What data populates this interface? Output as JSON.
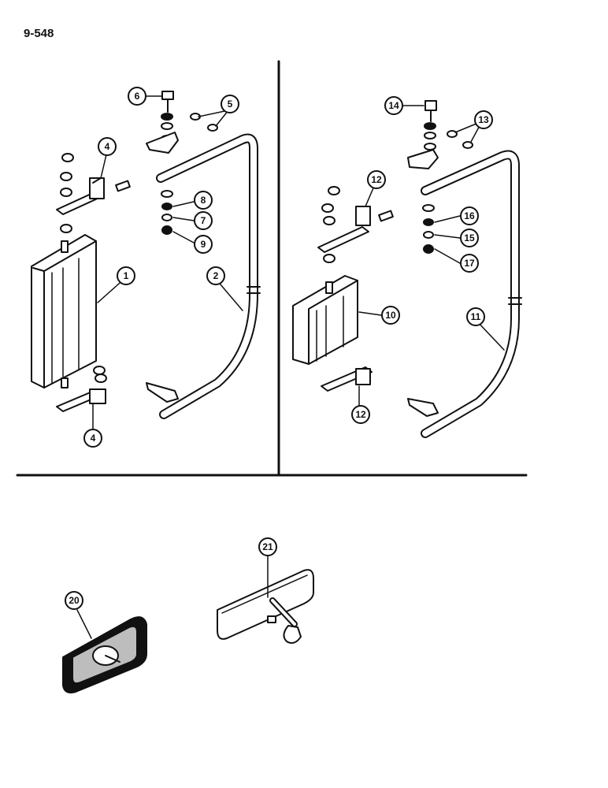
{
  "page": {
    "number": "9-548"
  },
  "callouts": [
    "1",
    "2",
    "4",
    "4",
    "5",
    "6",
    "7",
    "8",
    "9",
    "10",
    "11",
    "12",
    "12",
    "13",
    "14",
    "15",
    "16",
    "17",
    "20",
    "21"
  ],
  "colors": {
    "ink": "#111111",
    "paper": "#ffffff",
    "shade": "#bdbdbd"
  }
}
